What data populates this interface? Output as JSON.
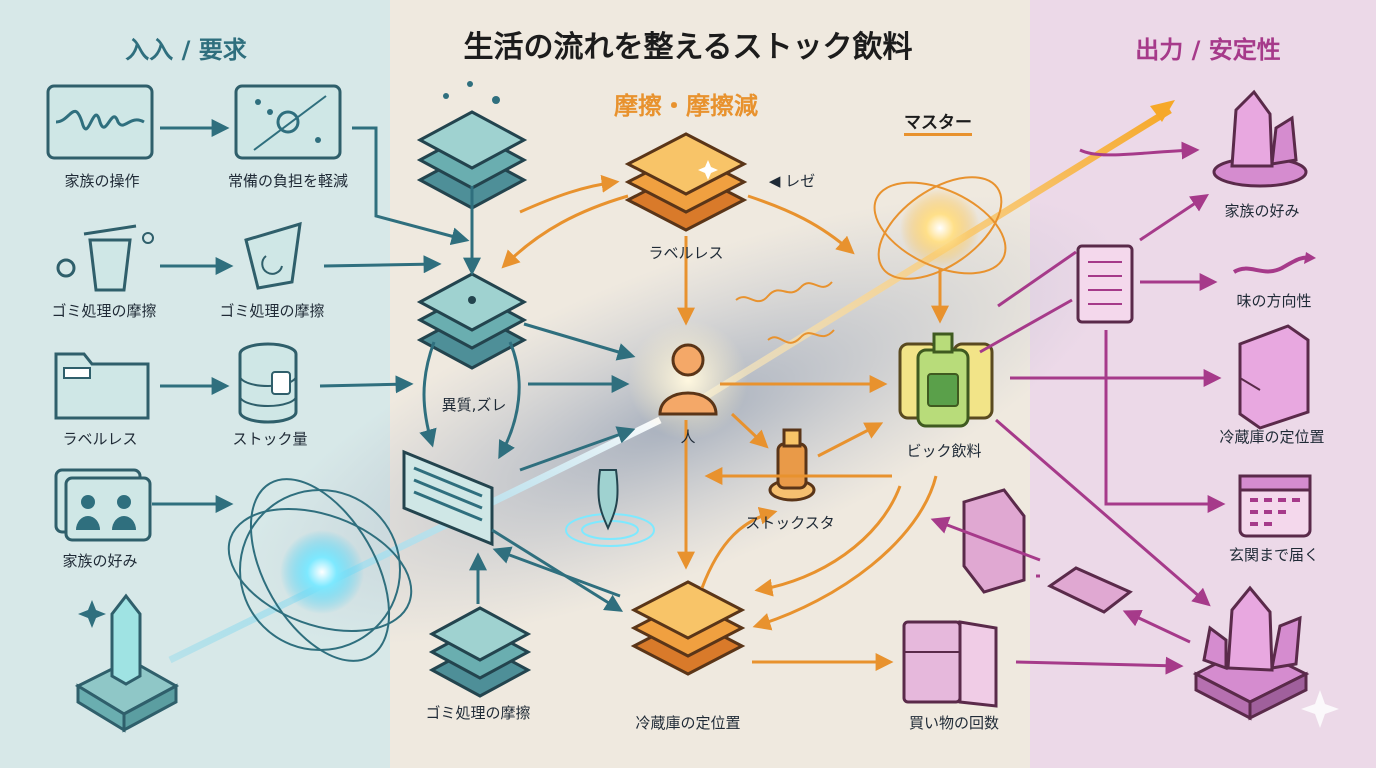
{
  "title": "生活の流れを整えるストック飲料",
  "sections": {
    "input": "入入 / 要求",
    "friction": "摩擦・摩擦減",
    "master": "マスター",
    "output": "出力 / 安定性"
  },
  "left_labels": [
    "家族の操作",
    "常備の負担を軽減",
    "ゴミ処理の摩擦",
    "ゴミ処理の摩擦",
    "ラベルレス",
    "ストック量",
    "家族の好み"
  ],
  "center_labels": {
    "labelless": "ラベルレス",
    "leze": "レゼ",
    "anomaly": "異質,ズレ",
    "person": "人",
    "big_drink": "ビック飲料",
    "stock_star": "ストックスタ",
    "garbage": "ゴミ処理の摩擦",
    "fridge": "冷蔵庫の定位置",
    "shopping": "買い物の回数"
  },
  "right_labels": [
    "家族の好み",
    "味の方向性",
    "冷蔵庫の定位置",
    "玄関まで届く"
  ],
  "colors": {
    "teal": "#2f6f7e",
    "orange": "#e8922e",
    "magenta": "#a63a8a",
    "left_bg": "#d7e8e8",
    "center_bg": "#efe9df",
    "right_bg": "#ecd9e8"
  }
}
